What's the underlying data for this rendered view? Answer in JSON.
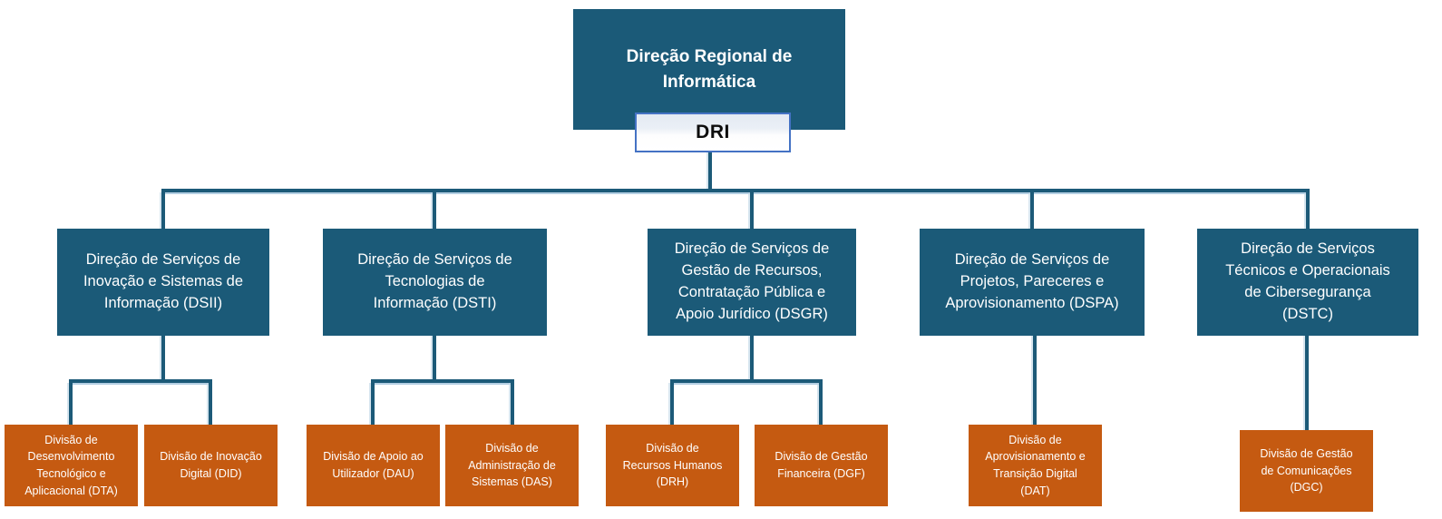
{
  "org": {
    "title": "Direção Regional de Informática",
    "root": {
      "label": "Direção Regional de\nInformática",
      "abbr": "DRI"
    },
    "services": [
      {
        "abbr": "DSII",
        "label": "Direção de Serviços de\nInovação e Sistemas de\nInformação (DSII)"
      },
      {
        "abbr": "DSTI",
        "label": "Direção de Serviços de\nTecnologias de\nInformação (DSTI)"
      },
      {
        "abbr": "DSGR",
        "label": "Direção de Serviços de\nGestão de Recursos,\nContratação Pública e\nApoio Jurídico (DSGR)"
      },
      {
        "abbr": "DSPA",
        "label": "Direção de Serviços de\nProjetos, Pareceres e\nAprovisionamento (DSPA)"
      },
      {
        "abbr": "DSTC",
        "label": "Direção de Serviços\nTécnicos e Operacionais\nde Cibersegurança\n(DSTC)"
      }
    ],
    "divisions": [
      {
        "abbr": "DTA",
        "parent": "DSII",
        "label": "Divisão de\nDesenvolvimento\nTecnológico e\nAplicacional (DTA)"
      },
      {
        "abbr": "DID",
        "parent": "DSII",
        "label": "Divisão de Inovação\nDigital (DID)"
      },
      {
        "abbr": "DAU",
        "parent": "DSTI",
        "label": "Divisão de Apoio ao\nUtilizador (DAU)"
      },
      {
        "abbr": "DAS",
        "parent": "DSTI",
        "label": "Divisão de\nAdministração de\nSistemas (DAS)"
      },
      {
        "abbr": "DRH",
        "parent": "DSGR",
        "label": "Divisão de\nRecursos Humanos\n(DRH)"
      },
      {
        "abbr": "DGF",
        "parent": "DSGR",
        "label": "Divisão de Gestão\nFinanceira (DGF)"
      },
      {
        "abbr": "DAT",
        "parent": "DSPA",
        "label": "Divisão de\nAprovisionamento e\nTransição Digital\n(DAT)"
      },
      {
        "abbr": "DGC",
        "parent": "DSTC",
        "label": "Divisão de Gestão\nde Comunicações\n(DGC)"
      }
    ],
    "colors": {
      "service_fill": "#1B5A78",
      "division_fill": "#C55A11",
      "connector": "#1C5A78",
      "connector_highlight": "#A7C7DE",
      "root_tag_border": "#4472C4",
      "root_tag_fill_top": "#E4EAF3",
      "text_on_fill": "#FFFFFF"
    }
  }
}
